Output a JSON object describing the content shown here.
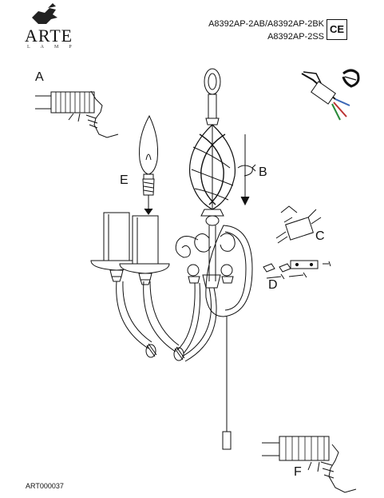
{
  "brand": {
    "name": "ARTE",
    "sub": "LAMP"
  },
  "models": {
    "line1": "A8392AP-2AB/A8392AP-2BK",
    "line2": "A8392AP-2SS"
  },
  "certification": "CE",
  "steps": {
    "a": "A",
    "b": "B",
    "c": "C",
    "d": "D",
    "e": "E",
    "f": "F"
  },
  "footer": {
    "code": "ART000037"
  }
}
